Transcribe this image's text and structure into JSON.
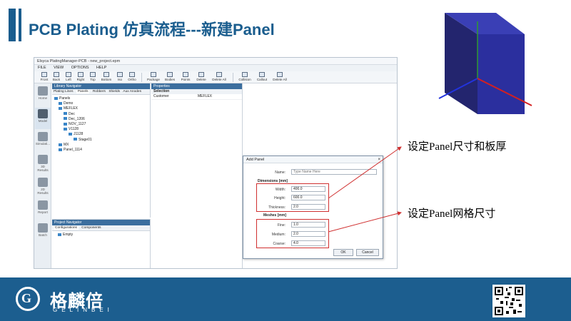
{
  "slide": {
    "title": "PCB Plating 仿真流程---新建Panel",
    "callout_size": "设定Panel尺寸和板厚",
    "callout_mesh": "设定Panel网格尺寸"
  },
  "app": {
    "window_title": "Elsyca PlatingManager-PCB - new_project.epm",
    "menu": [
      "FILE",
      "VIEW",
      "OPTIONS",
      "HELP"
    ],
    "ribbon": [
      "Front",
      "Back",
      "Left",
      "Right",
      "Top",
      "Bottom",
      "Iso",
      "Ortho",
      "Package",
      "Bodies",
      "Points",
      "Delete",
      "Delete All",
      "Collision",
      "Callout",
      "Delete All"
    ],
    "sidebar": [
      "Home",
      "Model",
      "Simulati...",
      "3D Results",
      "2D Results",
      "Report",
      "Batch"
    ],
    "library_navigator": {
      "title": "Library Navigator",
      "tabs": [
        "Plating Lines",
        "Panels",
        "Robbers",
        "Shields",
        "Aux Anodes"
      ],
      "tree": [
        "Panels",
        "Demo",
        "MEFLEX",
        "Dec",
        "Dec_1206",
        "NOV_1127",
        "V1128",
        "J1128",
        "Stage01",
        "MX",
        "Panel_1114"
      ]
    },
    "project_navigator": {
      "title": "Project Navigator",
      "tabs": [
        "Configurations",
        "Components"
      ],
      "items": [
        "Empty"
      ]
    },
    "properties": {
      "title": "Properties",
      "section": "Selection",
      "rows": [
        {
          "key": "Customer",
          "value": "MEFLEX"
        }
      ]
    },
    "dialog": {
      "title": "Add Panel",
      "name_label": "Name:",
      "name_placeholder": "Type Name Here",
      "dimensions_label": "Dimensions [mm]",
      "width_label": "Width:",
      "width_value": "400.0",
      "height_label": "Height:",
      "height_value": "600.0",
      "thickness_label": "Thickness:",
      "thickness_value": "2.0",
      "meshes_label": "Meshes [mm]",
      "fine_label": "Fine:",
      "fine_value": "1.0",
      "medium_label": "Medium:",
      "medium_value": "2.0",
      "coarse_label": "Coarse:",
      "coarse_value": "4.0",
      "ok_label": "OK",
      "cancel_label": "Cancel"
    }
  },
  "footer": {
    "logo_cn": "格麟倍",
    "logo_en": "GELINBEI"
  },
  "colors": {
    "brand_blue": "#1c5e8f",
    "panel_blue": "#2b2f9e",
    "highlight_red": "#d03030"
  }
}
